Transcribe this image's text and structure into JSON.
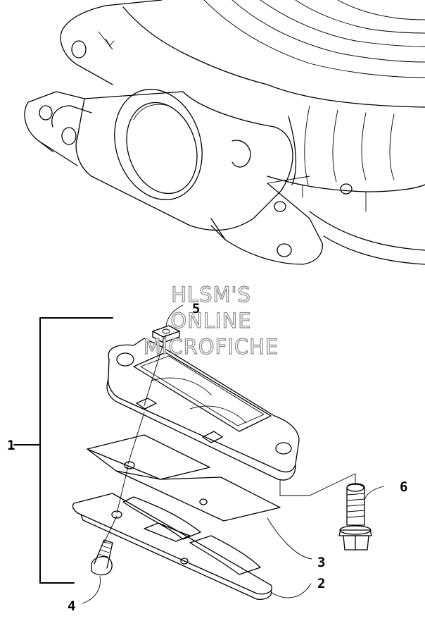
{
  "watermark": {
    "line1": "HLSM'S",
    "line2": "ONLINE",
    "line3": "MICROFICHE"
  },
  "callouts": {
    "assembly": "1",
    "reed_stopper": "2",
    "reed_valve": "3",
    "screw": "4",
    "nut": "5",
    "bolt": "6"
  }
}
